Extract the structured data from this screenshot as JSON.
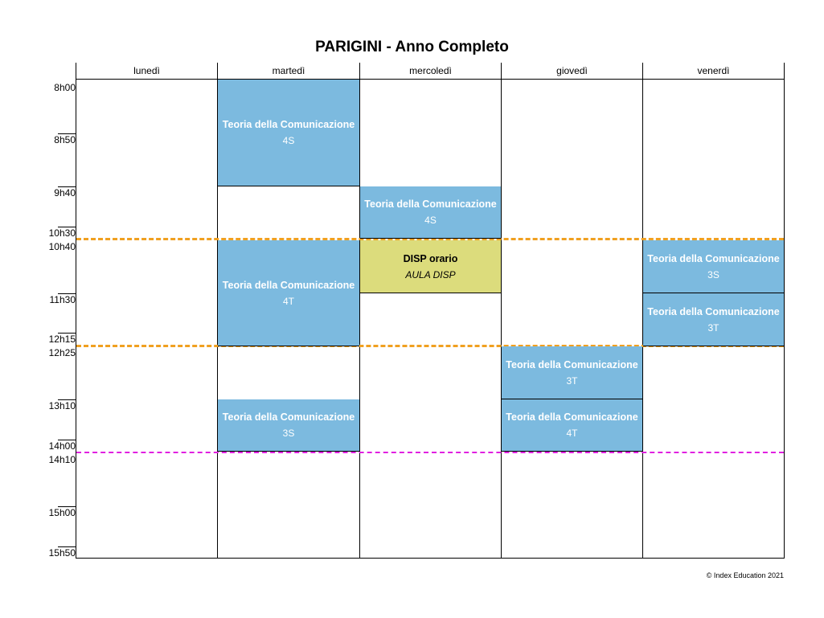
{
  "title": "PARIGINI - Anno Completo",
  "days": [
    "lunedì",
    "martedì",
    "mercoledì",
    "giovedì",
    "venerdì"
  ],
  "times": [
    "8h00",
    "8h50",
    "9h40",
    "10h30",
    "10h40",
    "11h30",
    "12h15",
    "12h25",
    "13h10",
    "14h00",
    "14h10",
    "15h00",
    "15h50"
  ],
  "lessons": [
    {
      "subject": "Teoria della Comunicazione",
      "class": "4S"
    },
    {
      "subject": "Teoria della Comunicazione",
      "class": "4S"
    },
    {
      "subject": "Teoria della Comunicazione",
      "class": "4T"
    },
    {
      "subject": "DISP orario",
      "class": "AULA DISP"
    },
    {
      "subject": "Teoria della Comunicazione",
      "class": "3S"
    },
    {
      "subject": "Teoria della Comunicazione",
      "class": "3T"
    },
    {
      "subject": "Teoria della Comunicazione",
      "class": "3T"
    },
    {
      "subject": "Teoria della Comunicazione",
      "class": "3S"
    },
    {
      "subject": "Teoria della Comunicazione",
      "class": "4T"
    }
  ],
  "colors": {
    "lesson": "#7cbadf",
    "disp": "#dcdc7c",
    "break_line": "#f0a020",
    "end_line": "#e020e0"
  },
  "footer": "© Index Education 2021"
}
